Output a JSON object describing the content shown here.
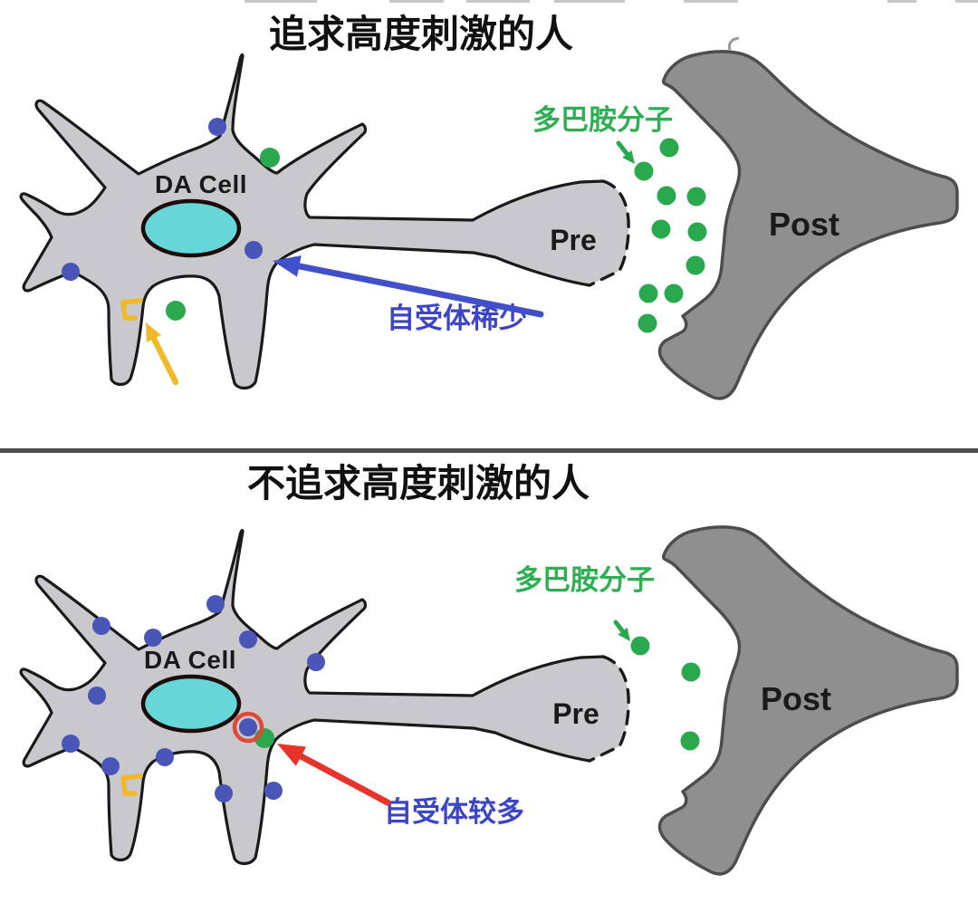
{
  "colors": {
    "green": "#29a84d",
    "green_text": "#2fae54",
    "blue": "#4a55b8",
    "blue_text": "#3c45c4",
    "blue_arrow": "#4150c8",
    "red": "#e7342a",
    "red_ring": "#e04838",
    "yellow": "#f0b929",
    "neuron_fill": "#c9c9cd",
    "neuron_outline": "#1a1a1a",
    "nucleus_fill": "#67d6d8",
    "nucleus_outline": "#1c0b0b",
    "post_fill": "#8f8f8f",
    "post_outline": "#4d4d4d",
    "title": "#111111",
    "text_dark": "#1a1a1a"
  },
  "cell_labels": {
    "da_cell": "DA Cell",
    "pre": "Pre",
    "post": "Post"
  },
  "panels": [
    {
      "title": "追求高度刺激的人",
      "dopamine_label": "多巴胺分子",
      "receptor_label": "自受体稀少",
      "arrow_color_key": "blue_arrow",
      "blue_dots": [
        [
          240,
          140
        ],
        [
          78,
          300
        ],
        [
          280,
          276
        ]
      ],
      "soma_green_dots": [
        [
          298,
          174
        ],
        [
          194,
          343
        ]
      ],
      "cleft_green_dots": [
        [
          739,
          163
        ],
        [
          711,
          189
        ],
        [
          736,
          216
        ],
        [
          769,
          217
        ],
        [
          730,
          253
        ],
        [
          770,
          256
        ],
        [
          768,
          293
        ],
        [
          716,
          324
        ],
        [
          744,
          324
        ],
        [
          715,
          357
        ]
      ],
      "bracket": [
        136,
        332
      ],
      "yellow_arrow": {
        "tail": [
          194,
          422
        ],
        "head": [
          161,
          356
        ]
      },
      "main_arrow": {
        "tail": [
          597,
          347
        ],
        "head": [
          301,
          288
        ]
      },
      "mini_green_arrow": {
        "tail": [
          683,
          158
        ],
        "head": [
          701,
          181
        ]
      },
      "red_circle": null
    },
    {
      "title": "不追求高度刺激的人",
      "dopamine_label": "多巴胺分子",
      "receptor_label": "自受体较多",
      "arrow_color_key": "red",
      "blue_dots": [
        [
          238,
          167
        ],
        [
          112,
          191
        ],
        [
          169,
          204
        ],
        [
          274,
          206
        ],
        [
          349,
          231
        ],
        [
          107,
          268
        ],
        [
          78,
          321
        ],
        [
          122,
          346
        ],
        [
          182,
          336
        ],
        [
          247,
          376
        ],
        [
          302,
          373
        ]
      ],
      "soma_green_dots": [
        [
          292,
          315
        ]
      ],
      "cleft_green_dots": [
        [
          707,
          213
        ],
        [
          763,
          242
        ],
        [
          762,
          318
        ]
      ],
      "bracket": [
        136,
        357
      ],
      "yellow_arrow": null,
      "main_arrow": {
        "tail": [
          428,
          386
        ],
        "head": [
          306,
          321
        ]
      },
      "mini_green_arrow": {
        "tail": [
          680,
          187
        ],
        "head": [
          696,
          208
        ]
      },
      "red_circle": [
        274,
        303
      ]
    }
  ]
}
